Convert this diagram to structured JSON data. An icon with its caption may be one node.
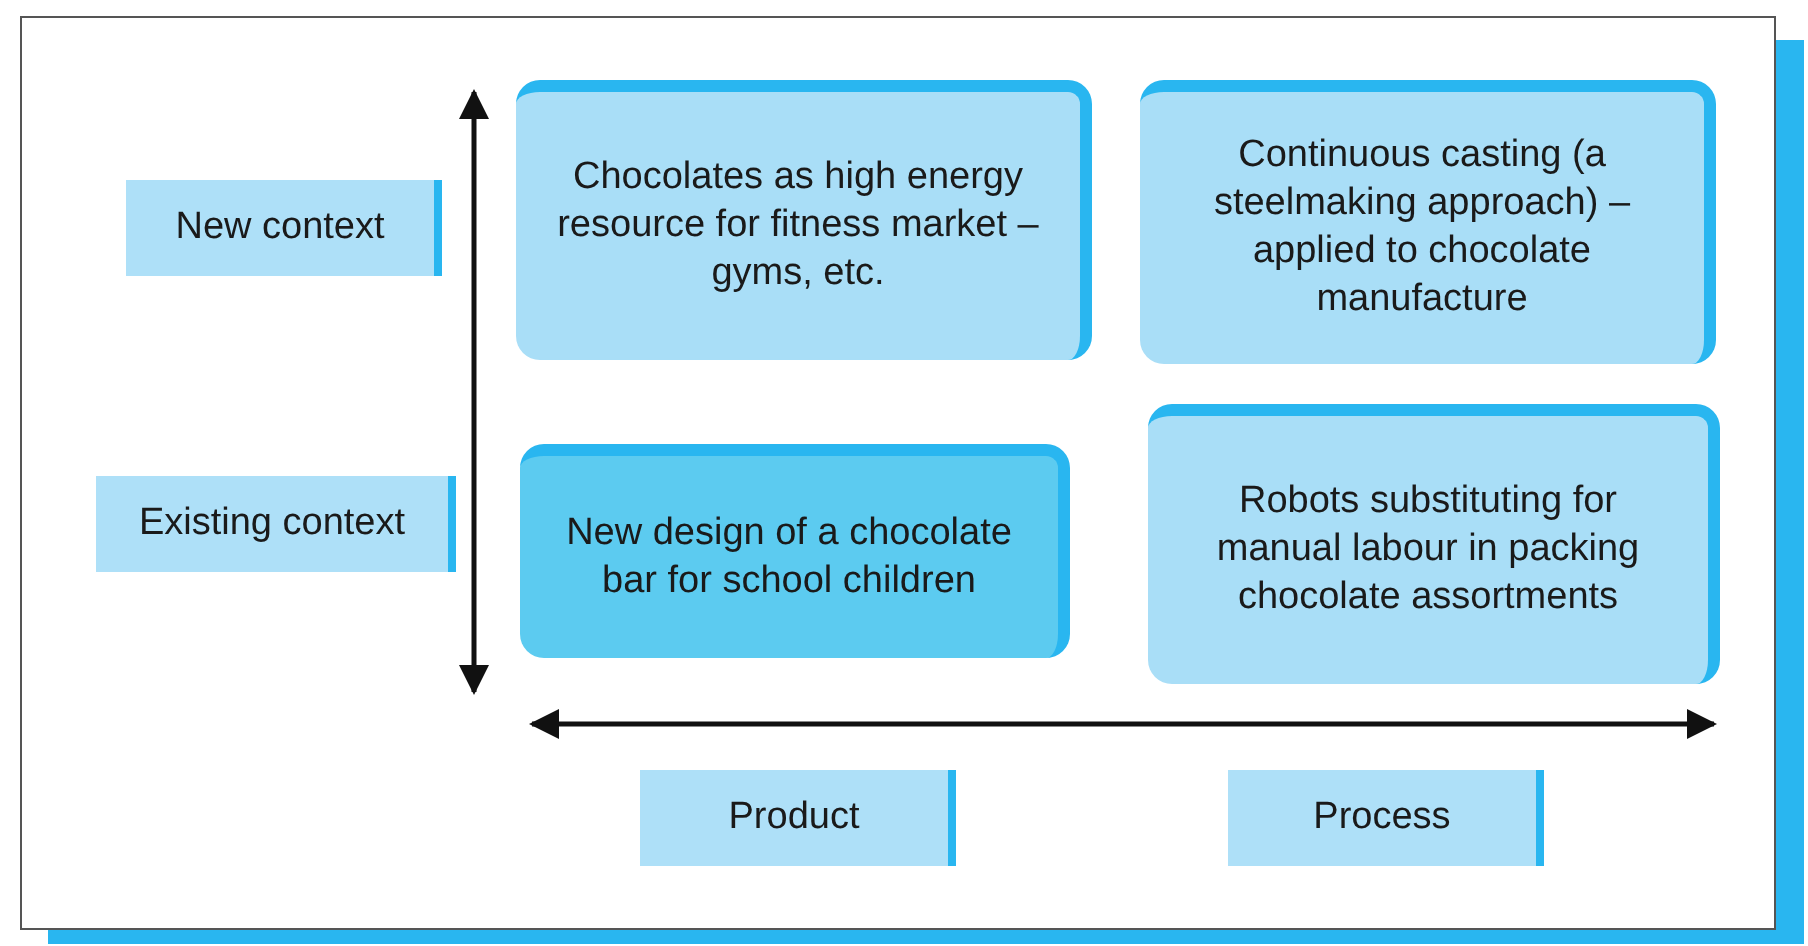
{
  "diagram": {
    "nodes": [
      {
        "text": [
          "New context"
        ]
      },
      {
        "text": [
          "Chocolates as high energy resource for fitness market – gyms, etc."
        ]
      },
      {
        "text": [
          "Continuous casting (a steelmaking approach) – applied to chocolate manufacture"
        ]
      },
      {
        "text": [
          "Existing context"
        ]
      },
      {
        "text": [
          "New design of a chocolate bar for school children"
        ]
      },
      {
        "text": [
          "Robots substituting for manual labour in packing chocolate assortments"
        ]
      },
      {
        "text": [
          "Product"
        ]
      },
      {
        "text": [
          "Process"
        ]
      }
    ],
    "edges": []
  }
}
